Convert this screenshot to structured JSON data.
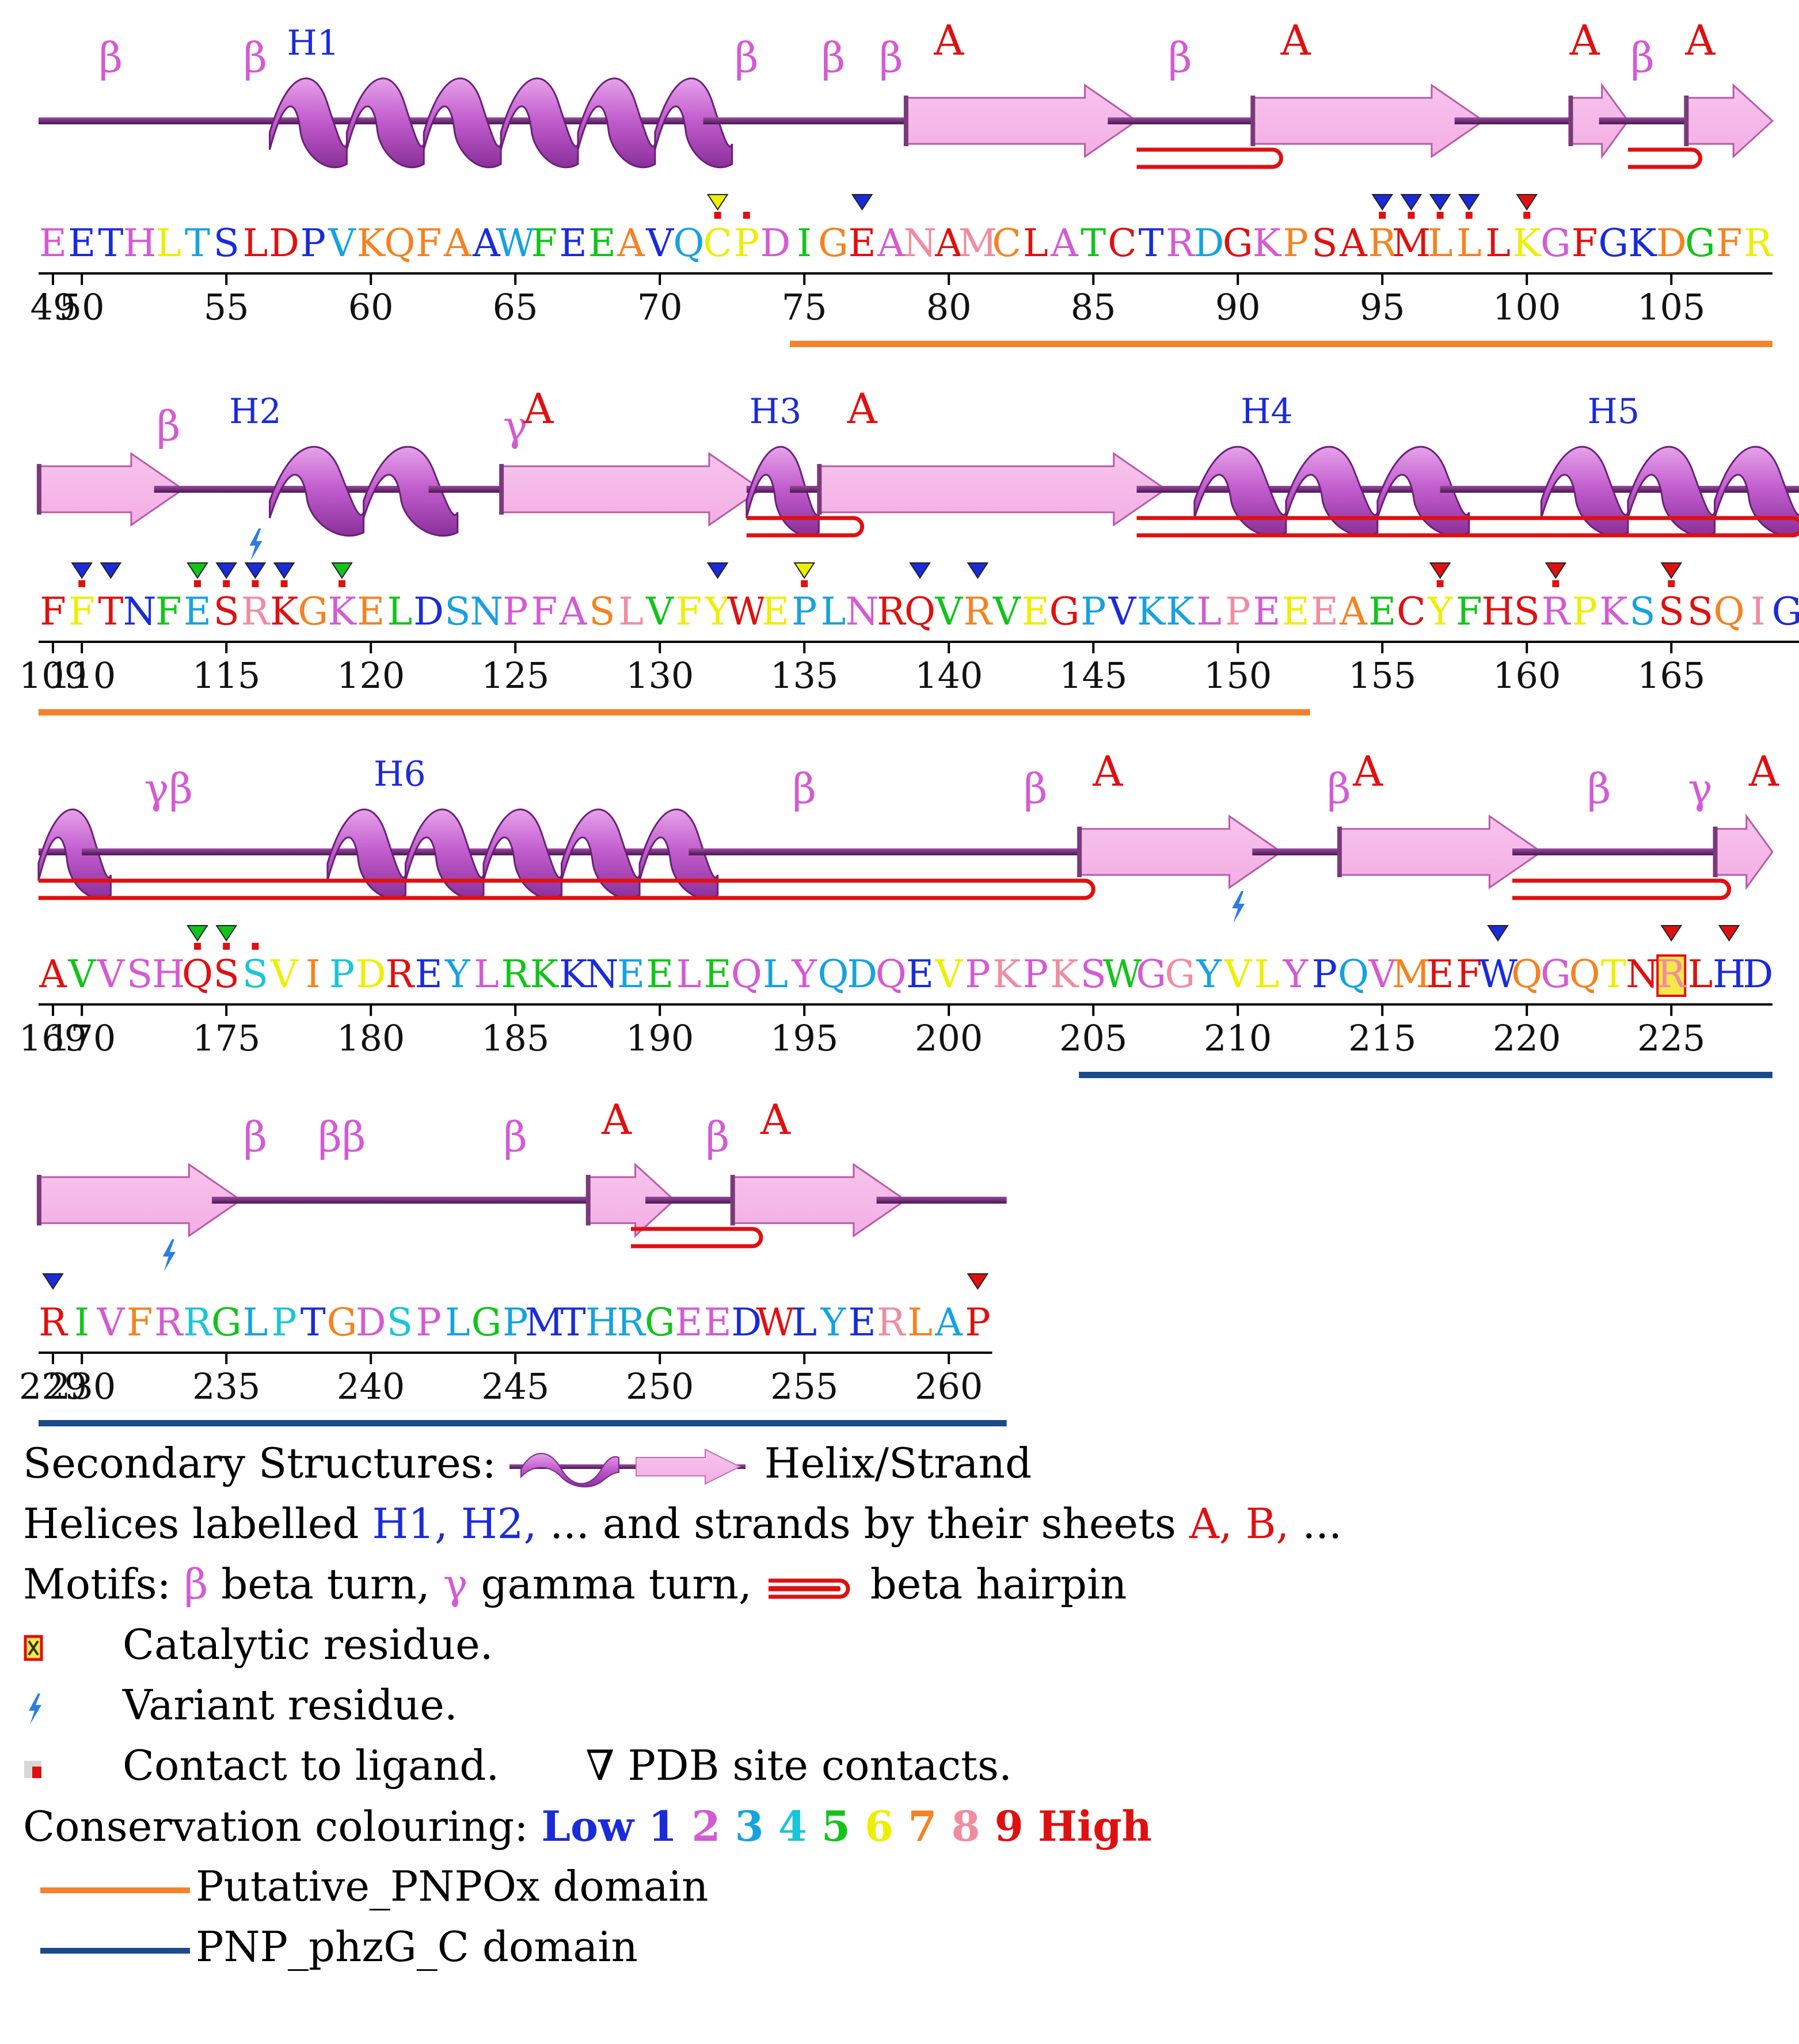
{
  "rows": [
    {
      "start": 49,
      "tick_step": 5,
      "sequence": "EETHLTSLDPVKQFAAWFEEAVQCPDIGEANAMCLATCTRDGKPSARMLLLKGFGKDGFR",
      "colors": [
        2,
        1,
        1,
        2,
        6,
        3,
        1,
        9,
        9,
        1,
        3,
        7,
        7,
        7,
        7,
        1,
        3,
        5,
        1,
        5,
        7,
        1,
        3,
        6,
        6,
        2,
        5,
        7,
        9,
        2,
        8,
        9,
        8,
        7,
        9,
        2,
        5,
        9,
        1,
        2,
        3,
        9,
        2,
        7,
        9,
        9,
        7,
        9,
        7,
        7,
        9,
        6,
        2,
        9,
        1,
        1,
        7,
        5,
        7,
        6
      ],
      "secondary": [
        {
          "type": "line",
          "from": 49,
          "to": 57
        },
        {
          "type": "helix",
          "from": 57,
          "to": 72
        },
        {
          "type": "line",
          "from": 72,
          "to": 79
        },
        {
          "type": "strand",
          "from": 79,
          "to": 86
        },
        {
          "type": "line",
          "from": 86,
          "to": 91
        },
        {
          "type": "strand",
          "from": 91,
          "to": 98
        },
        {
          "type": "line",
          "from": 98,
          "to": 101
        },
        {
          "type": "strand",
          "from": 102,
          "to": 103
        },
        {
          "type": "line",
          "from": 103,
          "to": 105
        },
        {
          "type": "strand",
          "from": 106,
          "to": 108
        }
      ],
      "labels": [
        {
          "text": "β",
          "pos": 51,
          "cls": "beta"
        },
        {
          "text": "β",
          "pos": 56,
          "cls": "beta"
        },
        {
          "text": "H1",
          "pos": 58,
          "cls": "helix"
        },
        {
          "text": "β",
          "pos": 73,
          "cls": "beta"
        },
        {
          "text": "β",
          "pos": 76,
          "cls": "beta"
        },
        {
          "text": "β",
          "pos": 78,
          "cls": "beta"
        },
        {
          "text": "A",
          "pos": 80,
          "cls": "sheet"
        },
        {
          "text": "β",
          "pos": 88,
          "cls": "beta"
        },
        {
          "text": "A",
          "pos": 92,
          "cls": "sheet"
        },
        {
          "text": "A",
          "pos": 102,
          "cls": "sheet"
        },
        {
          "text": "β",
          "pos": 104,
          "cls": "beta"
        },
        {
          "text": "A",
          "pos": 106,
          "cls": "sheet"
        }
      ],
      "hairpins": [
        [
          87,
          91
        ],
        [
          104,
          105.5
        ]
      ],
      "triangles": [
        {
          "pos": 72,
          "color": "yellow",
          "ligand": true
        },
        {
          "pos": 77,
          "color": "blue",
          "ligand": false
        },
        {
          "pos": 95,
          "color": "blue",
          "ligand": true
        },
        {
          "pos": 96,
          "color": "blue",
          "ligand": true
        },
        {
          "pos": 97,
          "color": "blue",
          "ligand": true
        },
        {
          "pos": 98,
          "color": "blue",
          "ligand": true
        },
        {
          "pos": 100,
          "color": "red",
          "ligand": true
        }
      ],
      "ligand_only": [
        73
      ],
      "variants": [],
      "catalytic": [],
      "domains": [
        {
          "from": 75,
          "to": 108,
          "color": "orange"
        }
      ]
    },
    {
      "start": 109,
      "tick_step": 5,
      "sequence": "FFTNFESRKGKELDSNPFASLVFYWEPLNRQVRVEGPVKKLPEEEAECYFHSRPKSSSQIG",
      "colors": [
        9,
        6,
        9,
        1,
        5,
        3,
        9,
        8,
        9,
        7,
        2,
        7,
        5,
        1,
        3,
        3,
        2,
        2,
        2,
        7,
        8,
        5,
        6,
        6,
        9,
        6,
        3,
        3,
        2,
        9,
        9,
        5,
        7,
        5,
        6,
        9,
        3,
        1,
        3,
        3,
        2,
        8,
        2,
        6,
        8,
        7,
        5,
        9,
        6,
        5,
        9,
        9,
        2,
        6,
        2,
        3,
        9,
        9,
        7,
        8
      ],
      "secondary": [
        {
          "type": "strand",
          "from": 109,
          "to": 113
        },
        {
          "type": "line",
          "from": 113,
          "to": 117
        },
        {
          "type": "helix",
          "from": 117,
          "to": 122.5
        },
        {
          "type": "line",
          "from": 122.5,
          "to": 125
        },
        {
          "type": "strand",
          "from": 125,
          "to": 133
        },
        {
          "type": "helix",
          "from": 133.5,
          "to": 135
        },
        {
          "type": "line",
          "from": 135,
          "to": 136
        },
        {
          "type": "strand",
          "from": 136,
          "to": 147
        },
        {
          "type": "line",
          "from": 147,
          "to": 149
        },
        {
          "type": "helix",
          "from": 149,
          "to": 157.5
        },
        {
          "type": "line",
          "from": 157.5,
          "to": 161
        },
        {
          "type": "helix",
          "from": 161,
          "to": 169
        }
      ],
      "labels": [
        {
          "text": "β",
          "pos": 113,
          "cls": "beta"
        },
        {
          "text": "H2",
          "pos": 116,
          "cls": "helix"
        },
        {
          "text": "γ",
          "pos": 125,
          "cls": "beta"
        },
        {
          "text": "A",
          "pos": 125.8,
          "cls": "sheet"
        },
        {
          "text": "H3",
          "pos": 134,
          "cls": "helix"
        },
        {
          "text": "A",
          "pos": 137,
          "cls": "sheet"
        },
        {
          "text": "H4",
          "pos": 151,
          "cls": "helix"
        },
        {
          "text": "H5",
          "pos": 163,
          "cls": "helix"
        }
      ],
      "hairpins": [
        [
          133.5,
          136.5
        ],
        [
          147,
          169
        ],
        [
          147,
          169
        ]
      ],
      "triangles": [
        {
          "pos": 110,
          "color": "blue",
          "ligand": true
        },
        {
          "pos": 111,
          "color": "blue",
          "ligand": false
        },
        {
          "pos": 114,
          "color": "green",
          "ligand": true
        },
        {
          "pos": 115,
          "color": "blue",
          "ligand": true
        },
        {
          "pos": 116,
          "color": "blue",
          "ligand": true
        },
        {
          "pos": 117,
          "color": "blue",
          "ligand": true
        },
        {
          "pos": 119,
          "color": "green",
          "ligand": true
        },
        {
          "pos": 132,
          "color": "blue",
          "ligand": false
        },
        {
          "pos": 135,
          "color": "yellow",
          "ligand": true
        },
        {
          "pos": 139,
          "color": "blue",
          "ligand": false
        },
        {
          "pos": 141,
          "color": "blue",
          "ligand": false
        },
        {
          "pos": 157,
          "color": "red",
          "ligand": true
        },
        {
          "pos": 161,
          "color": "red",
          "ligand": true
        },
        {
          "pos": 165,
          "color": "red",
          "ligand": true
        }
      ],
      "ligand_only": [],
      "variants": [
        116
      ],
      "catalytic": [],
      "domains": [
        {
          "from": 109,
          "to": 152,
          "color": "orange"
        }
      ]
    },
    {
      "start": 169,
      "tick_step": 5,
      "sequence": "AVVSHQSSVIPDREYLRKKNEELEQLYQDQEVPKPKSWGGYVLYPQVMEFWQGQTNRLHD",
      "colors": [
        9,
        5,
        2,
        2,
        2,
        9,
        9,
        4,
        6,
        7,
        4,
        6,
        9,
        1,
        3,
        2,
        5,
        5,
        1,
        1,
        3,
        5,
        2,
        5,
        2,
        3,
        2,
        3,
        3,
        2,
        1,
        6,
        2,
        8,
        2,
        8,
        2,
        5,
        2,
        8,
        3,
        6,
        6,
        2,
        1,
        3,
        2,
        7,
        9,
        9,
        1,
        7,
        2,
        7,
        6,
        9,
        8,
        9,
        1
      ],
      "secondary": [
        {
          "type": "helix",
          "from": 169,
          "to": 170.5
        },
        {
          "type": "line",
          "from": 170.5,
          "to": 179
        },
        {
          "type": "helix",
          "from": 179,
          "to": 191.5
        },
        {
          "type": "line",
          "from": 191.5,
          "to": 205
        },
        {
          "type": "strand",
          "from": 205,
          "to": 211
        },
        {
          "type": "line",
          "from": 211,
          "to": 214
        },
        {
          "type": "strand",
          "from": 214,
          "to": 220
        },
        {
          "type": "line",
          "from": 220,
          "to": 227
        },
        {
          "type": "strand",
          "from": 227,
          "to": 228
        }
      ],
      "labels": [
        {
          "text": "γβ",
          "pos": 173,
          "cls": "beta"
        },
        {
          "text": "H6",
          "pos": 181,
          "cls": "helix"
        },
        {
          "text": "β",
          "pos": 195,
          "cls": "beta"
        },
        {
          "text": "β",
          "pos": 203,
          "cls": "beta"
        },
        {
          "text": "A",
          "pos": 205.5,
          "cls": "sheet"
        },
        {
          "text": "β",
          "pos": 213.5,
          "cls": "beta"
        },
        {
          "text": "A",
          "pos": 214.5,
          "cls": "sheet"
        },
        {
          "text": "β",
          "pos": 222.5,
          "cls": "beta"
        },
        {
          "text": "γ",
          "pos": 226,
          "cls": "beta"
        },
        {
          "text": "A",
          "pos": 228.2,
          "cls": "sheet"
        }
      ],
      "hairpins": [
        [
          169,
          204.5
        ],
        [
          169,
          204.5
        ],
        [
          220,
          226.5
        ],
        [
          220,
          226.5
        ]
      ],
      "triangles": [
        {
          "pos": 174,
          "color": "green",
          "ligand": true
        },
        {
          "pos": 175,
          "color": "green",
          "ligand": true
        },
        {
          "pos": 219,
          "color": "blue",
          "ligand": false
        },
        {
          "pos": 225,
          "color": "red",
          "ligand": false
        },
        {
          "pos": 227,
          "color": "red",
          "ligand": false
        }
      ],
      "ligand_only": [
        176
      ],
      "variants": [
        210
      ],
      "catalytic": [
        225
      ],
      "domains": [
        {
          "from": 205,
          "to": 228,
          "color": "navy"
        }
      ]
    },
    {
      "start": 229,
      "tick_step": 5,
      "sequence": "RIVFRRGLPTGDSPLGPMTHRGEEDWLYERLAP",
      "colors": [
        9,
        5,
        2,
        7,
        2,
        4,
        5,
        3,
        4,
        1,
        7,
        2,
        4,
        2,
        3,
        5,
        3,
        1,
        1,
        3,
        3,
        5,
        2,
        2,
        1,
        9,
        1,
        3,
        1,
        8,
        7,
        3,
        9
      ],
      "secondary": [
        {
          "type": "strand",
          "from": 229,
          "to": 235
        },
        {
          "type": "line",
          "from": 235,
          "to": 248
        },
        {
          "type": "strand",
          "from": 248,
          "to": 250
        },
        {
          "type": "line",
          "from": 250,
          "to": 253
        },
        {
          "type": "strand",
          "from": 253,
          "to": 258
        },
        {
          "type": "line",
          "from": 258,
          "to": 261.5
        }
      ],
      "labels": [
        {
          "text": "β",
          "pos": 236,
          "cls": "beta"
        },
        {
          "text": "ββ",
          "pos": 239,
          "cls": "beta"
        },
        {
          "text": "β",
          "pos": 245,
          "cls": "beta"
        },
        {
          "text": "A",
          "pos": 248.5,
          "cls": "sheet"
        },
        {
          "text": "β",
          "pos": 252,
          "cls": "beta"
        },
        {
          "text": "A",
          "pos": 254,
          "cls": "sheet"
        }
      ],
      "hairpins": [
        [
          249.5,
          253
        ]
      ],
      "triangles": [
        {
          "pos": 229,
          "color": "blue",
          "ligand": false
        },
        {
          "pos": 261,
          "color": "red",
          "ligand": false
        }
      ],
      "ligand_only": [],
      "variants": [
        233
      ],
      "catalytic": [],
      "domains": [
        {
          "from": 229,
          "to": 261.5,
          "color": "navy"
        }
      ]
    }
  ],
  "conservation_palette": {
    "1": "#1a2bd9",
    "2": "#d45ad4",
    "3": "#16a2e0",
    "4": "#18c6d8",
    "5": "#12c41a",
    "6": "#eeee00",
    "7": "#f58220",
    "8": "#f08ca0",
    "9": "#e01010"
  },
  "label_colors": {
    "beta": "#d45ad4",
    "helix": "#1a2bd9",
    "sheet": "#e01010"
  },
  "domain_colors": {
    "orange": "#f5822a",
    "navy": "#1a4a8a"
  },
  "legend": {
    "secondary_label": "Secondary Structures:",
    "secondary_suffix": "Helix/Strand",
    "helices_prefix": "Helices labelled ",
    "helices_example": "H1, H2,",
    "helices_mid": " ... and strands by their sheets ",
    "sheets_example": "A, B,",
    "helices_end": " ...",
    "motifs_label": "Motifs: ",
    "beta_symbol": "β",
    "beta_text": " beta turn, ",
    "gamma_symbol": "γ",
    "gamma_text": " gamma turn, ",
    "hairpin_text": " beta hairpin",
    "catalytic_text": "Catalytic residue.",
    "variant_text": "Variant residue.",
    "ligand_text": "Contact to ligand.",
    "pdb_text": "∇ PDB site contacts.",
    "conservation_label": "Conservation colouring: ",
    "cons_low": "Low",
    "cons_digits": [
      "1",
      "2",
      "3",
      "4",
      "5",
      "6",
      "7",
      "8",
      "9"
    ],
    "cons_high": "High",
    "domain1_text": "Putative_PNPOx domain",
    "domain2_text": "PNP_phzG_C domain"
  }
}
